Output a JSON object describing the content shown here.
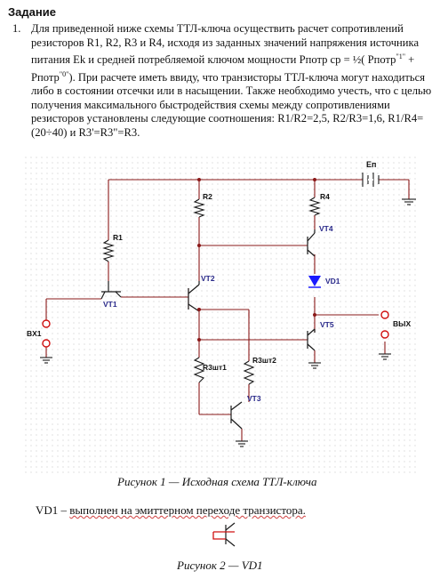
{
  "heading": "Задание",
  "task": {
    "number": "1.",
    "text_a": "Для приведенной ниже схемы ТТЛ-ключа осуществить расчет сопротивлений резисторов R1, R2, R3 и R4, исходя из заданных значений напряжения источника питания Ek и средней потребляемой ключом мощности Pпотр ср = ½( Pпотр",
    "sup1": "\"1\"",
    "text_b": " + Pпотр",
    "sup0": "\"0\"",
    "text_c": "). При расчете иметь ввиду, что транзисторы ТТЛ-ключа могут находиться либо в состоянии отсечки или в насыщении. Также необходимо учесть, что с целью получения максимального быстродействия схемы между сопротивлениями резисторов установлены следующие соотношения: R1/R2=2,5, R2/R3=1,6, R1/R4=(20÷40) и R3'=R3\"=R3."
  },
  "schematic": {
    "labels": {
      "ep": "Eп",
      "r1": "R1",
      "r2": "R2",
      "r4": "R4",
      "vt1": "VT1",
      "vt2": "VT2",
      "vt4": "VT4",
      "vd1": "VD1",
      "vt5": "VT5",
      "vt3": "VT3",
      "r3a": "R3шт1",
      "r3b": "R3шт2",
      "bx1": "BX1",
      "out": "ВЫХ"
    },
    "colors": {
      "wire": "#8a1818",
      "terminal": "#d01010",
      "diode": "#1a1aff",
      "label": "#2a2a8a"
    }
  },
  "caption1": "Рисунок 1 — Исходная схема ТТЛ-ключа",
  "line2": {
    "a": "VD1 – ",
    "b": "выполнен на эмиттерном переходе транзистора."
  },
  "caption2": "Рисунок 2 — VD1"
}
